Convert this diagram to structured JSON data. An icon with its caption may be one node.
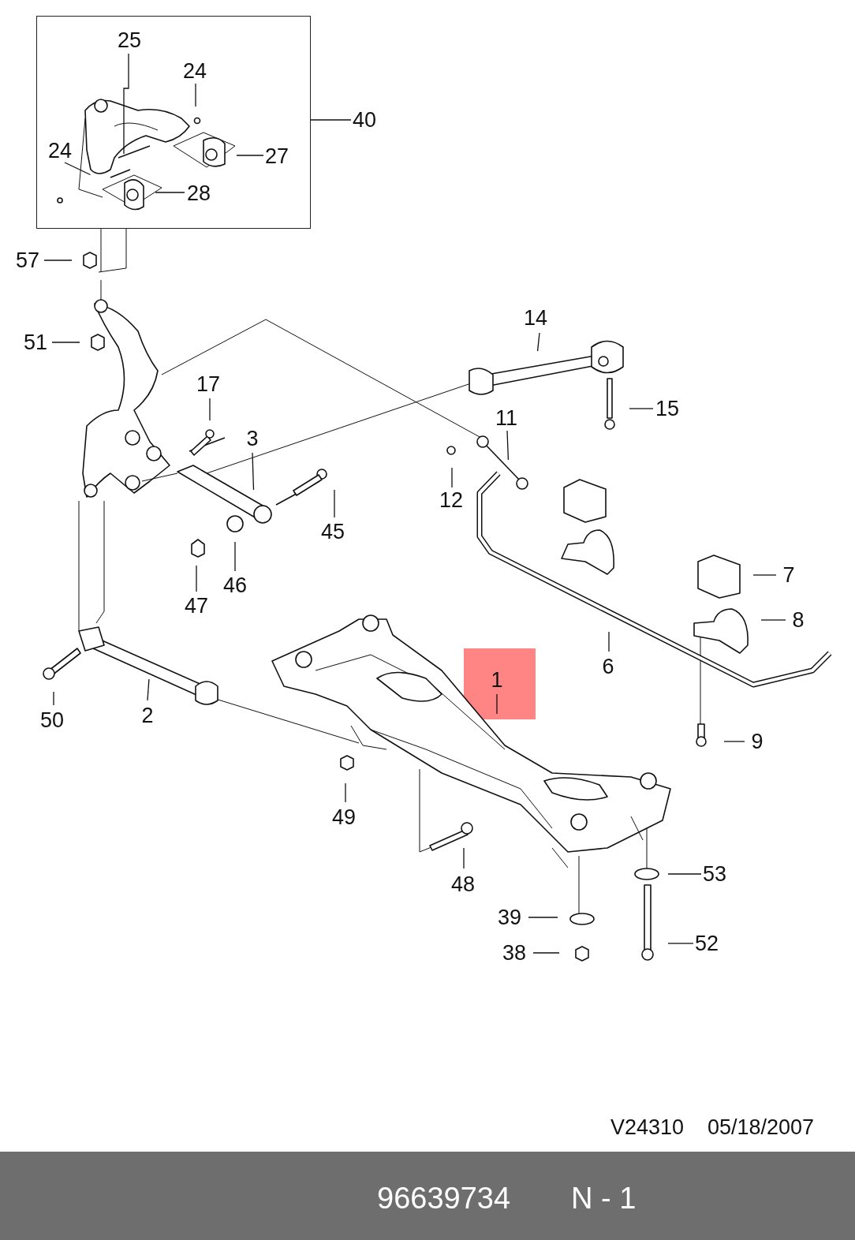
{
  "diagram": {
    "nodes": [
      {
        "text": [],
        "shape": "box"
      },
      {
        "text": [
          "25"
        ],
        "in": 0
      },
      {
        "text": [
          "24"
        ],
        "in": 0
      },
      {
        "text": [
          "24"
        ],
        "in": 0
      },
      {
        "text": [
          "40"
        ]
      },
      {
        "text": [
          "27"
        ],
        "in": 0
      },
      {
        "text": [
          "28"
        ],
        "in": 0
      },
      {
        "text": [
          "57"
        ]
      },
      {
        "text": [
          "51"
        ]
      },
      {
        "text": [
          "14"
        ]
      },
      {
        "text": [
          "17"
        ]
      },
      {
        "text": [
          "15"
        ]
      },
      {
        "text": [
          "11"
        ]
      },
      {
        "text": [
          "3"
        ]
      },
      {
        "text": [
          "12"
        ]
      },
      {
        "text": [
          "45"
        ]
      },
      {
        "text": [
          "46"
        ]
      },
      {
        "text": [
          "47"
        ]
      },
      {
        "text": [
          "7"
        ]
      },
      {
        "text": [
          "8"
        ]
      },
      {
        "text": [
          "6"
        ]
      },
      {
        "text": [
          "1"
        ]
      },
      {
        "text": [
          "50"
        ]
      },
      {
        "text": [
          "2"
        ]
      },
      {
        "text": [
          "9"
        ]
      },
      {
        "text": [
          "49"
        ]
      },
      {
        "text": [
          "48"
        ]
      },
      {
        "text": [
          "53"
        ]
      },
      {
        "text": [
          "39"
        ]
      },
      {
        "text": [
          "52"
        ]
      },
      {
        "text": [
          "38"
        ]
      }
    ],
    "edges": [
      {
        "from": 1,
        "to": null,
        "arrow": "none"
      },
      {
        "from": 2,
        "to": null,
        "arrow": "none"
      },
      {
        "from": 3,
        "to": null,
        "arrow": "none"
      },
      {
        "from": 4,
        "to": 0,
        "arrow": "none"
      },
      {
        "from": 5,
        "to": null,
        "arrow": "none"
      },
      {
        "from": 6,
        "to": null,
        "arrow": "none"
      },
      {
        "from": 7,
        "to": null,
        "arrow": "none"
      },
      {
        "from": 8,
        "to": null,
        "arrow": "none"
      },
      {
        "from": 9,
        "to": null,
        "arrow": "none"
      },
      {
        "from": 10,
        "to": null,
        "arrow": "none"
      },
      {
        "from": 11,
        "to": null,
        "arrow": "none"
      },
      {
        "from": 12,
        "to": null,
        "arrow": "none"
      },
      {
        "from": 13,
        "to": null,
        "arrow": "none"
      },
      {
        "from": 14,
        "to": null,
        "arrow": "none"
      },
      {
        "from": 15,
        "to": null,
        "arrow": "none"
      },
      {
        "from": 16,
        "to": null,
        "arrow": "none"
      },
      {
        "from": 17,
        "to": null,
        "arrow": "none"
      },
      {
        "from": 18,
        "to": null,
        "arrow": "none"
      },
      {
        "from": 19,
        "to": null,
        "arrow": "none"
      },
      {
        "from": 20,
        "to": null,
        "arrow": "none"
      },
      {
        "from": 21,
        "to": null,
        "arrow": "none"
      },
      {
        "from": 22,
        "to": null,
        "arrow": "none"
      },
      {
        "from": 23,
        "to": null,
        "arrow": "none"
      },
      {
        "from": 24,
        "to": null,
        "arrow": "none"
      },
      {
        "from": 25,
        "to": null,
        "arrow": "none"
      },
      {
        "from": 26,
        "to": null,
        "arrow": "none"
      },
      {
        "from": 27,
        "to": null,
        "arrow": "none"
      },
      {
        "from": 28,
        "to": null,
        "arrow": "none"
      },
      {
        "from": 29,
        "to": null,
        "arrow": "none"
      },
      {
        "from": 30,
        "to": null,
        "arrow": "none"
      }
    ],
    "labels": [
      "V24310",
      "05/18/2007",
      "96639734",
      "N - 1"
    ]
  }
}
